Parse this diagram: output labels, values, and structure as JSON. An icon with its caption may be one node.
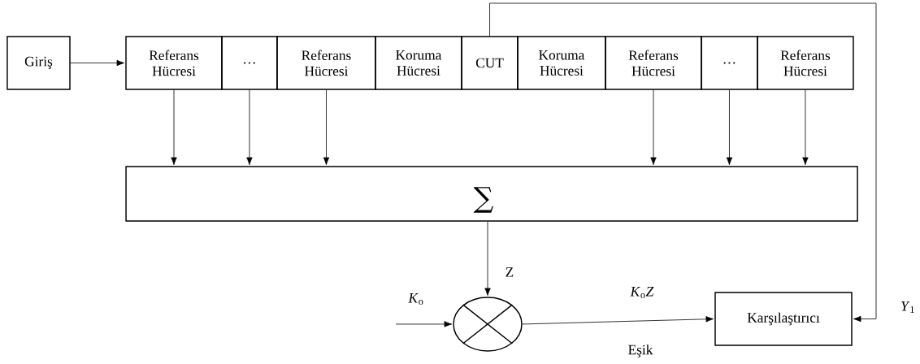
{
  "diagram": {
    "nodes": [
      {
        "text": [
          "Giriş"
        ]
      },
      {
        "text": [
          "Referans Hücresi"
        ]
      },
      {
        "text": [
          "…"
        ]
      },
      {
        "text": [
          "Referans Hücresi"
        ]
      },
      {
        "text": [
          "Koruma Hücresi"
        ]
      },
      {
        "text": [
          "CUT"
        ]
      },
      {
        "text": [
          "Koruma Hücresi"
        ]
      },
      {
        "text": [
          "Referans Hücresi"
        ]
      },
      {
        "text": [
          "…"
        ]
      },
      {
        "text": [
          "Referans Hücresi"
        ]
      },
      {
        "text": [
          "∑"
        ]
      },
      {
        "text": [],
        "shape": "circle"
      },
      {
        "text": [
          "Karşılaştırıcı"
        ]
      }
    ],
    "edges": [
      {
        "from": 0,
        "to": 1,
        "arrow": "to"
      },
      {
        "from": 1,
        "to": 10,
        "arrow": "to"
      },
      {
        "from": 2,
        "to": 10,
        "arrow": "to"
      },
      {
        "from": 3,
        "to": 10,
        "arrow": "to"
      },
      {
        "from": 7,
        "to": 10,
        "arrow": "to"
      },
      {
        "from": 8,
        "to": 10,
        "arrow": "to"
      },
      {
        "from": 9,
        "to": 10,
        "arrow": "to"
      },
      {
        "from": 5,
        "to": 12,
        "arrow": "to",
        "label": "*Y*$_{1}$"
      },
      {
        "from": 10,
        "to": 11,
        "arrow": "to",
        "label": "Z"
      },
      {
        "from": null,
        "to": 11,
        "arrow": "to",
        "label": "*K*$_{o}$"
      },
      {
        "from": 11,
        "to": 12,
        "arrow": "to",
        "label": "*K*$_{o}$*Z*"
      }
    ],
    "labels": [
      "Eşik"
    ]
  }
}
